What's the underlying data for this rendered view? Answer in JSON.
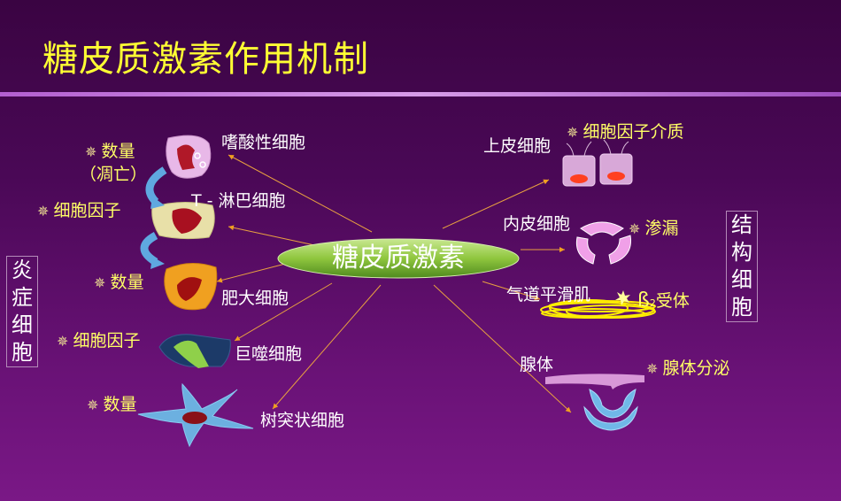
{
  "title": "糖皮质激素作用机制",
  "center": "糖皮质激素",
  "left_box": [
    "炎",
    "症",
    "细",
    "胞"
  ],
  "right_box": [
    "结",
    "构",
    "细",
    "胞"
  ],
  "left_labels": {
    "count1": "数量",
    "apoptosis": "（凋亡）",
    "cytokine1": "细胞因子",
    "count2": "数量",
    "cytokine2": "细胞因子",
    "count3": "数量"
  },
  "left_cells": {
    "eosinophil": "嗜酸性细胞",
    "t_cell": "T - 淋巴细胞",
    "mast": "肥大细胞",
    "macrophage": "巨噬细胞",
    "dendritic": "树突状细胞"
  },
  "right_cells": {
    "epithelial": "上皮细胞",
    "endothelial": "内皮细胞",
    "airway": "气道平滑肌",
    "gland": "腺体"
  },
  "right_labels": {
    "cytokine_mediator": "细胞因子介质",
    "leak": "渗漏",
    "beta": "ß",
    "sub2": "2",
    "receptor": "受体",
    "secretion": "腺体分泌"
  },
  "star_glyph": "✵",
  "colors": {
    "title": "#ffff33",
    "yellow_text": "#ffff66",
    "center_fill": "#8fc63e",
    "arrow": "#f0a020"
  }
}
